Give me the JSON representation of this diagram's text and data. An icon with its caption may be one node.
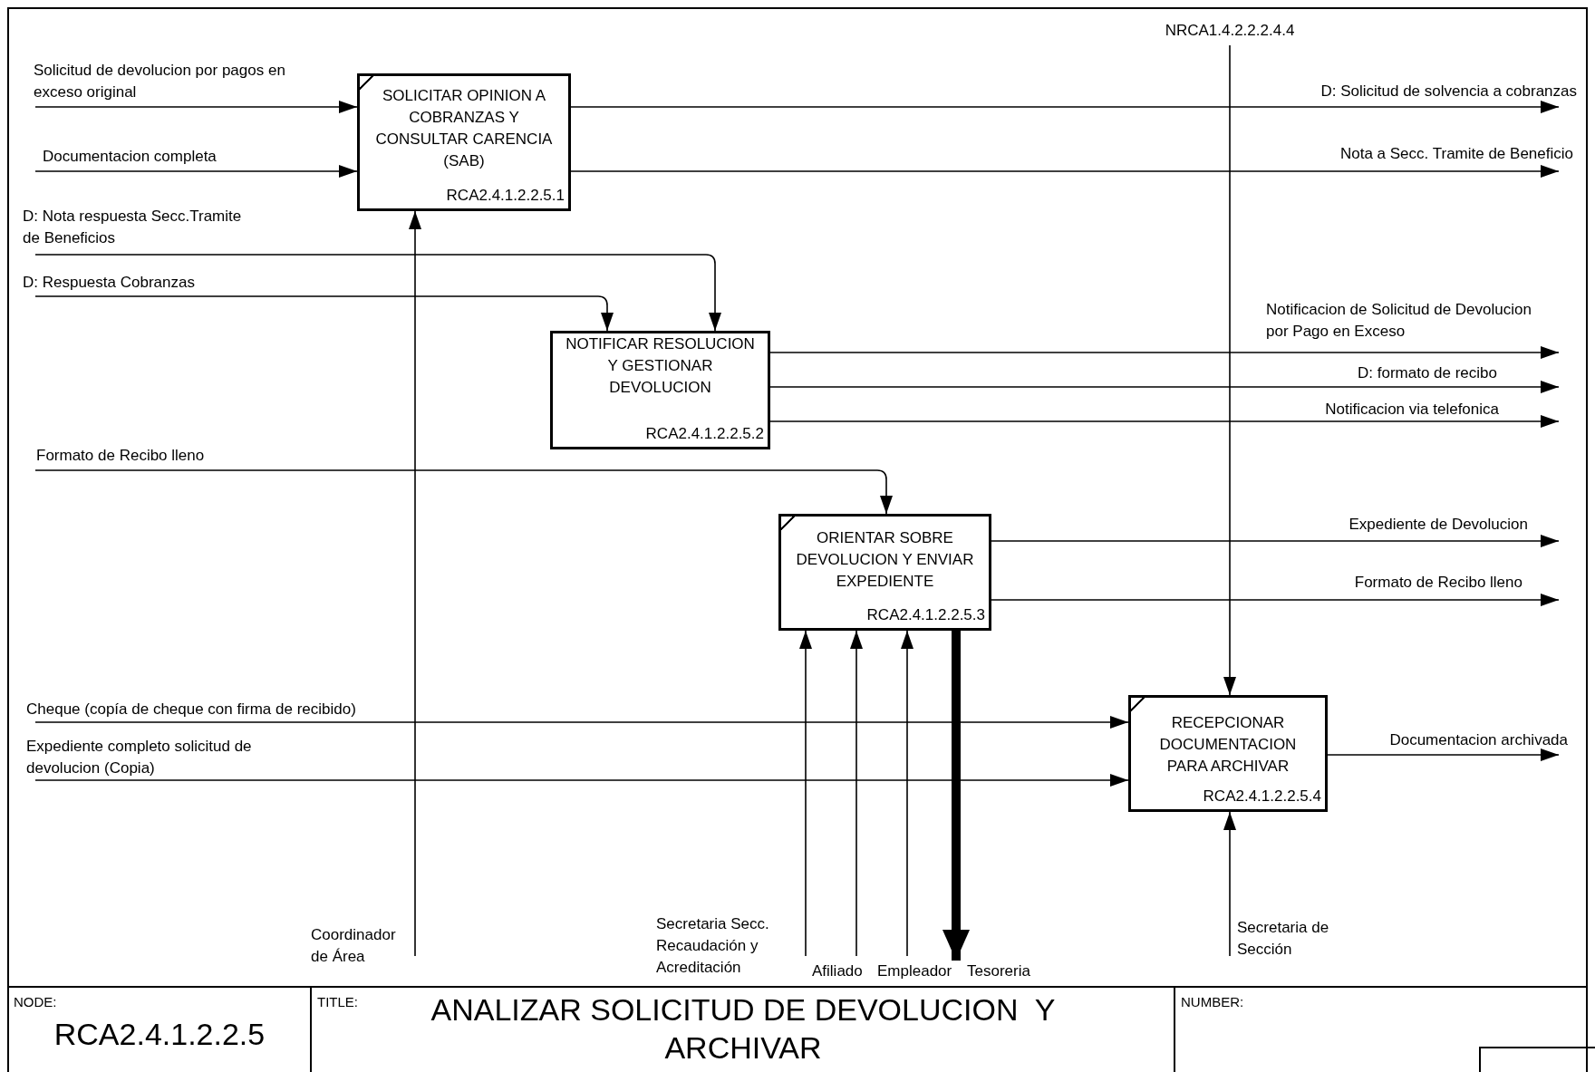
{
  "diagram": {
    "title": "ANALIZAR SOLICITUD DE DEVOLUCION  Y ARCHIVAR",
    "nodes": [
      {
        "text": [
          "SOLICITAR OPINION A COBRANZAS Y CONSULTAR CARENCIA (SAB)",
          "RCA2.4.1.2.2.5.1"
        ]
      },
      {
        "text": [
          "NOTIFICAR RESOLUCION Y GESTIONAR DEVOLUCION",
          "RCA2.4.1.2.2.5.2"
        ]
      },
      {
        "text": [
          "ORIENTAR SOBRE DEVOLUCION  Y ENVIAR EXPEDIENTE",
          "RCA2.4.1.2.2.5.3"
        ]
      },
      {
        "text": [
          "RECEPCIONAR DOCUMENTACION PARA ARCHIVAR",
          "RCA2.4.1.2.2.5.4"
        ]
      }
    ],
    "edges": [
      {
        "from": null,
        "to": 0,
        "arrow": "to",
        "label": "Solicitud de devolucion por pagos en exceso original"
      },
      {
        "from": null,
        "to": 0,
        "arrow": "to",
        "label": "Documentacion completa"
      },
      {
        "from": 0,
        "to": null,
        "arrow": "to",
        "label": "D: Solicitud de solvencia a cobranzas"
      },
      {
        "from": 0,
        "to": null,
        "arrow": "to",
        "label": "Nota a Secc. Tramite de Beneficio"
      },
      {
        "from": null,
        "to": 1,
        "arrow": "to",
        "label": "D: Nota respuesta Secc.Tramite de Beneficios"
      },
      {
        "from": null,
        "to": 1,
        "arrow": "to",
        "label": "D: Respuesta Cobranzas"
      },
      {
        "from": null,
        "to": 0,
        "arrow": "to",
        "label": "Coordinador de Área"
      },
      {
        "from": 1,
        "to": null,
        "arrow": "to",
        "label": "Notificacion de Solicitud de Devolucion por Pago en Exceso"
      },
      {
        "from": 1,
        "to": null,
        "arrow": "to",
        "label": "D: formato de recibo"
      },
      {
        "from": 1,
        "to": null,
        "arrow": "to",
        "label": "Notificacion via telefonica"
      },
      {
        "from": null,
        "to": 2,
        "arrow": "to",
        "label": "Formato de Recibo lleno"
      },
      {
        "from": 2,
        "to": null,
        "arrow": "to",
        "label": "Expediente de Devolucion"
      },
      {
        "from": 2,
        "to": null,
        "arrow": "to",
        "label": "Formato de Recibo lleno"
      },
      {
        "from": null,
        "to": 2,
        "arrow": "to",
        "label": "Secretaria Secc. Recaudación y Acreditación"
      },
      {
        "from": null,
        "to": 2,
        "arrow": "to",
        "label": "Afiliado"
      },
      {
        "from": null,
        "to": 2,
        "arrow": "to",
        "label": "Empleador"
      },
      {
        "from": 2,
        "to": null,
        "arrow": "to",
        "label": "Tesoreria",
        "style": "thick"
      },
      {
        "from": null,
        "to": 3,
        "arrow": "to",
        "label": "NRCA1.4.2.2.2.4.4"
      },
      {
        "from": null,
        "to": 3,
        "arrow": "to",
        "label": "Cheque (copía de cheque con firma de recibido)"
      },
      {
        "from": null,
        "to": 3,
        "arrow": "to",
        "label": "Expediente completo solicitud de devolucion (Copia)"
      },
      {
        "from": 3,
        "to": null,
        "arrow": "to",
        "label": "Documentacion archivada"
      },
      {
        "from": null,
        "to": 3,
        "arrow": "to",
        "label": "Secretaria de Sección"
      }
    ],
    "labels": [
      "NODE:",
      "RCA2.4.1.2.2.5",
      "TITLE:",
      "NUMBER:"
    ]
  }
}
